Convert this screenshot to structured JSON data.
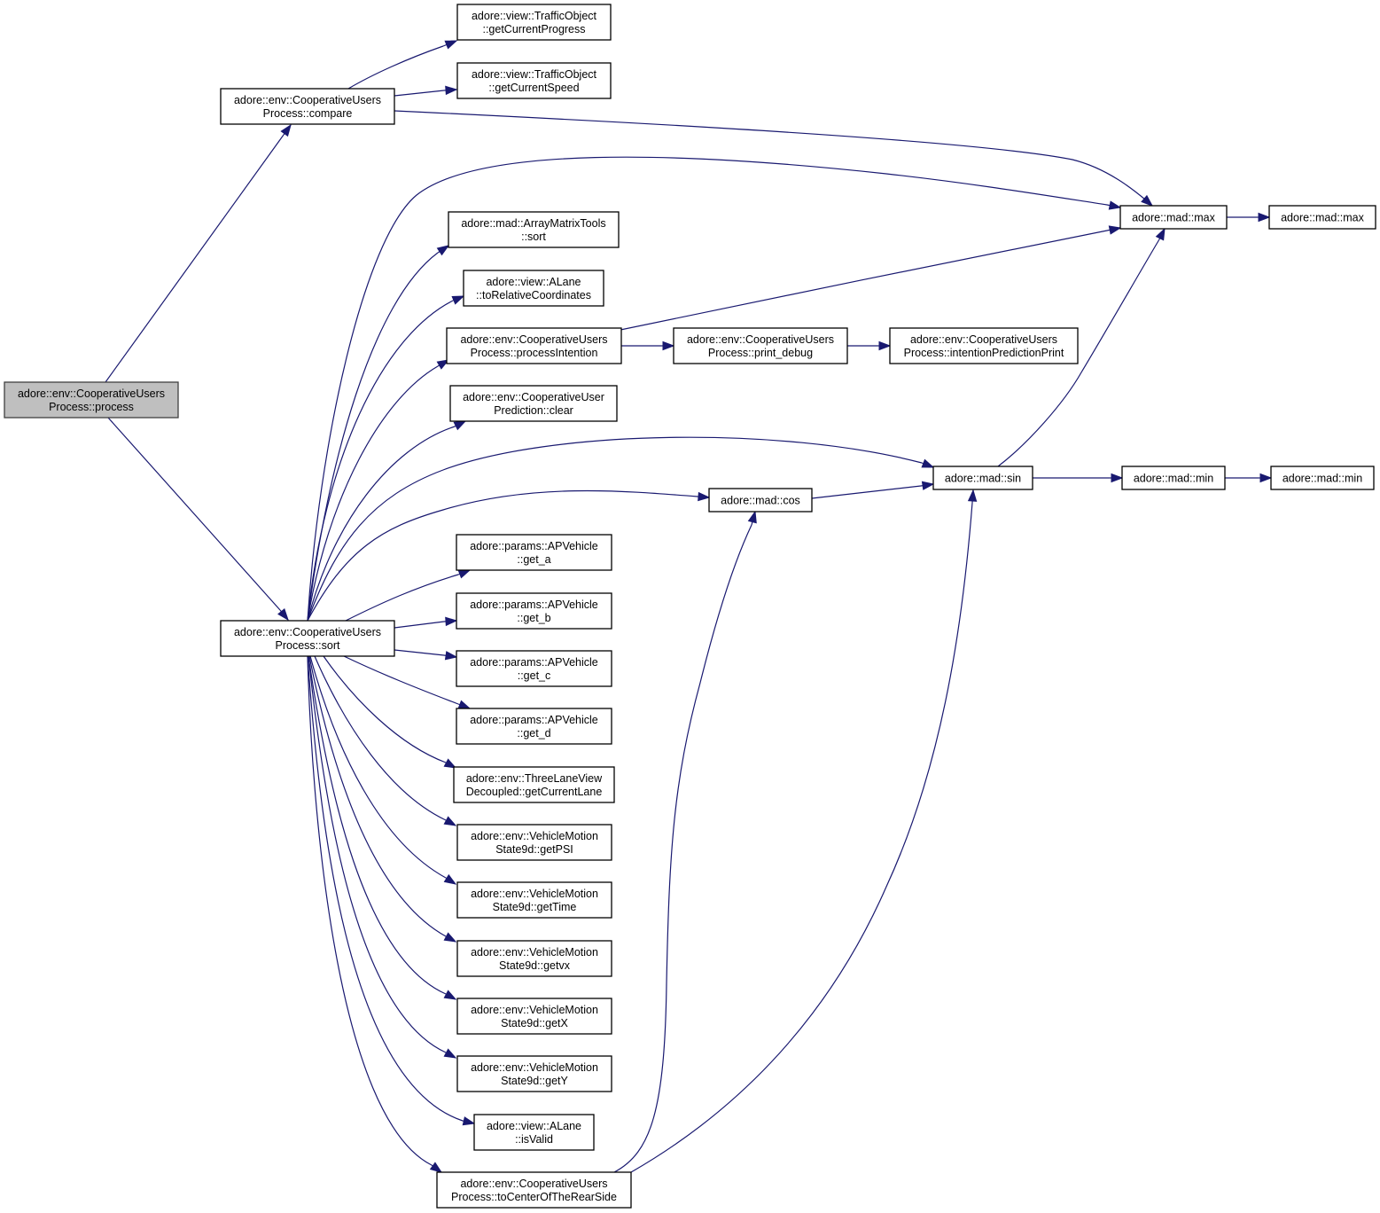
{
  "diagram": {
    "type": "call-graph",
    "colors": {
      "edge": "#191970",
      "root_fill": "#bfbfbf",
      "node_fill": "#ffffff",
      "border": "#000000"
    },
    "nodes": [
      {
        "id": "process",
        "lines": [
          "adore::env::CooperativeUsers",
          "Process::process"
        ],
        "root": true
      },
      {
        "id": "compare",
        "lines": [
          "adore::env::CooperativeUsers",
          "Process::compare"
        ]
      },
      {
        "id": "sort",
        "lines": [
          "adore::env::CooperativeUsers",
          "Process::sort"
        ]
      },
      {
        "id": "getCurrentProgress",
        "lines": [
          "adore::view::TrafficObject",
          "::getCurrentProgress"
        ]
      },
      {
        "id": "getCurrentSpeed",
        "lines": [
          "adore::view::TrafficObject",
          "::getCurrentSpeed"
        ]
      },
      {
        "id": "max1",
        "lines": [
          "adore::mad::max"
        ]
      },
      {
        "id": "max2",
        "lines": [
          "adore::mad::max"
        ]
      },
      {
        "id": "amtSort",
        "lines": [
          "adore::mad::ArrayMatrixTools",
          "::sort"
        ]
      },
      {
        "id": "toRelCoords",
        "lines": [
          "adore::view::ALane",
          "::toRelativeCoordinates"
        ]
      },
      {
        "id": "processIntention",
        "lines": [
          "adore::env::CooperativeUsers",
          "Process::processIntention"
        ]
      },
      {
        "id": "printDebug",
        "lines": [
          "adore::env::CooperativeUsers",
          "Process::print_debug"
        ]
      },
      {
        "id": "intentionPredictionPrint",
        "lines": [
          "adore::env::CooperativeUsers",
          "Process::intentionPredictionPrint"
        ]
      },
      {
        "id": "clear",
        "lines": [
          "adore::env::CooperativeUser",
          "Prediction::clear"
        ]
      },
      {
        "id": "sin",
        "lines": [
          "adore::mad::sin"
        ]
      },
      {
        "id": "min1",
        "lines": [
          "adore::mad::min"
        ]
      },
      {
        "id": "min2",
        "lines": [
          "adore::mad::min"
        ]
      },
      {
        "id": "cos",
        "lines": [
          "adore::mad::cos"
        ]
      },
      {
        "id": "getA",
        "lines": [
          "adore::params::APVehicle",
          "::get_a"
        ]
      },
      {
        "id": "getB",
        "lines": [
          "adore::params::APVehicle",
          "::get_b"
        ]
      },
      {
        "id": "getC",
        "lines": [
          "adore::params::APVehicle",
          "::get_c"
        ]
      },
      {
        "id": "getD",
        "lines": [
          "adore::params::APVehicle",
          "::get_d"
        ]
      },
      {
        "id": "getCurrentLane",
        "lines": [
          "adore::env::ThreeLaneView",
          "Decoupled::getCurrentLane"
        ]
      },
      {
        "id": "getPSI",
        "lines": [
          "adore::env::VehicleMotion",
          "State9d::getPSI"
        ]
      },
      {
        "id": "getTime",
        "lines": [
          "adore::env::VehicleMotion",
          "State9d::getTime"
        ]
      },
      {
        "id": "getvx",
        "lines": [
          "adore::env::VehicleMotion",
          "State9d::getvx"
        ]
      },
      {
        "id": "getX",
        "lines": [
          "adore::env::VehicleMotion",
          "State9d::getX"
        ]
      },
      {
        "id": "getY",
        "lines": [
          "adore::env::VehicleMotion",
          "State9d::getY"
        ]
      },
      {
        "id": "isValid",
        "lines": [
          "adore::view::ALane",
          "::isValid"
        ]
      },
      {
        "id": "toCenter",
        "lines": [
          "adore::env::CooperativeUsers",
          "Process::toCenterOfTheRearSide"
        ]
      }
    ],
    "edges": [
      {
        "from": "process",
        "to": "compare"
      },
      {
        "from": "process",
        "to": "sort"
      },
      {
        "from": "compare",
        "to": "getCurrentProgress"
      },
      {
        "from": "compare",
        "to": "getCurrentSpeed"
      },
      {
        "from": "compare",
        "to": "max1"
      },
      {
        "from": "sort",
        "to": "max1"
      },
      {
        "from": "sort",
        "to": "amtSort"
      },
      {
        "from": "sort",
        "to": "toRelCoords"
      },
      {
        "from": "sort",
        "to": "processIntention"
      },
      {
        "from": "sort",
        "to": "clear"
      },
      {
        "from": "sort",
        "to": "sin"
      },
      {
        "from": "sort",
        "to": "cos"
      },
      {
        "from": "sort",
        "to": "getA"
      },
      {
        "from": "sort",
        "to": "getB"
      },
      {
        "from": "sort",
        "to": "getC"
      },
      {
        "from": "sort",
        "to": "getD"
      },
      {
        "from": "sort",
        "to": "getCurrentLane"
      },
      {
        "from": "sort",
        "to": "getPSI"
      },
      {
        "from": "sort",
        "to": "getTime"
      },
      {
        "from": "sort",
        "to": "getvx"
      },
      {
        "from": "sort",
        "to": "getX"
      },
      {
        "from": "sort",
        "to": "getY"
      },
      {
        "from": "sort",
        "to": "isValid"
      },
      {
        "from": "sort",
        "to": "toCenter"
      },
      {
        "from": "processIntention",
        "to": "max1"
      },
      {
        "from": "processIntention",
        "to": "printDebug"
      },
      {
        "from": "printDebug",
        "to": "intentionPredictionPrint"
      },
      {
        "from": "max1",
        "to": "max2"
      },
      {
        "from": "sin",
        "to": "max1"
      },
      {
        "from": "sin",
        "to": "min1"
      },
      {
        "from": "min1",
        "to": "min2"
      },
      {
        "from": "cos",
        "to": "sin"
      },
      {
        "from": "toCenter",
        "to": "cos"
      },
      {
        "from": "toCenter",
        "to": "sin"
      }
    ]
  }
}
